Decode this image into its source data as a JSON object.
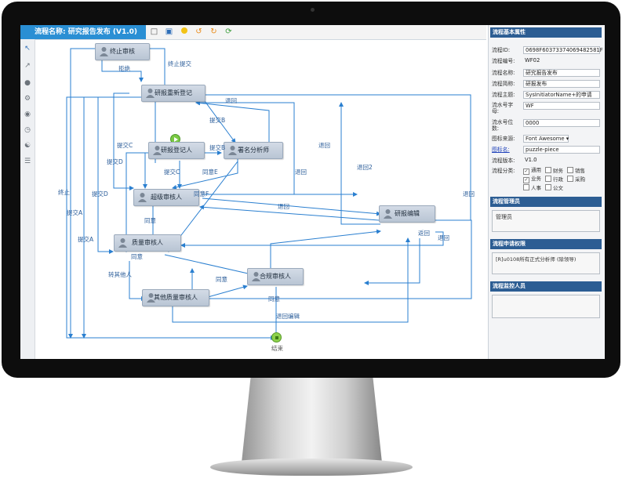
{
  "app": {
    "title": "流程名称: 研究报告发布 (V1.0)"
  },
  "toolbar": {
    "icons": [
      "page-icon",
      "save-icon",
      "circle-icon",
      "undo-icon",
      "redo-icon",
      "refresh-icon"
    ]
  },
  "left_tools": [
    "pointer-icon",
    "line-icon",
    "user-icon",
    "gear-icon",
    "comment-icon",
    "clock-icon",
    "group-icon",
    "list-icon"
  ],
  "nodes": {
    "terminate_review": "终止审核",
    "report_rerecord": "研报重新登记",
    "report_record": "研报登记人",
    "signed_analyst": "署名分析师",
    "super_review": "超级审核人",
    "report_edit": "研报编辑",
    "quality_review": "质量审核人",
    "compliance_review": "合规审核人",
    "other_quality_review": "其他质量审核人",
    "start": "开始",
    "end": "结束"
  },
  "edges": {
    "reject": "拒绝",
    "terminate_submit": "终止提交",
    "return1": "退回",
    "submit_b1": "提交B",
    "submit_c1": "提交C",
    "submit_b2": "提交B",
    "submit_d1": "提交D",
    "submit_c2": "提交C",
    "agree_e": "同意E",
    "return2": "退回",
    "return3": "退回",
    "return_2": "退回2",
    "submit_d2": "提交D",
    "agree_f": "同意F",
    "return4": "退回",
    "terminate": "终止",
    "submit_a1": "提交A",
    "agree1": "同意",
    "submit_a2": "提交A",
    "return5": "退回",
    "return6": "返回",
    "return7": "退回",
    "agree2": "同意",
    "transfer": "转其他人",
    "agree3": "同意",
    "agree4": "同意",
    "return_edit": "退回编辑"
  },
  "panel": {
    "basic_header": "流程基本属性",
    "fields": {
      "id_label": "流程ID:",
      "id_value": "0698F60373374069482581F",
      "code_label": "流程编号:",
      "code_value": "WF02",
      "name_label": "流程名称:",
      "name_value": "研究报告发布",
      "short_label": "流程简称:",
      "short_value": "研报发布",
      "subject_label": "流程主题:",
      "subject_value": "SysInitiatorName+的申请",
      "serial_prefix_label": "流水号字母:",
      "serial_prefix_value": "WF",
      "serial_digits_label": "流水号位数:",
      "serial_digits_value": "0000",
      "icon_source_label": "图标来源:",
      "icon_source_value": "Font Awesome",
      "icon_name_label": "图标名:",
      "icon_name_value": "puzzle-piece",
      "version_label": "流程版本:",
      "version_value": "V1.0",
      "category_label": "流程分类:"
    },
    "categories": [
      {
        "label": "通用",
        "checked": true
      },
      {
        "label": "财务",
        "checked": false
      },
      {
        "label": "销售",
        "checked": false
      },
      {
        "label": "业务",
        "checked": true
      },
      {
        "label": "行政",
        "checked": false
      },
      {
        "label": "采购",
        "checked": false
      },
      {
        "label": "人事",
        "checked": false
      },
      {
        "label": "公文",
        "checked": false
      }
    ],
    "manager_header": "流程管理员",
    "manager_value": "管理员",
    "apply_header": "流程申请权限",
    "apply_value": "[R]u0108所有正式分析师 (除领导)",
    "monitor_header": "流程监控人员",
    "monitor_value": ""
  }
}
